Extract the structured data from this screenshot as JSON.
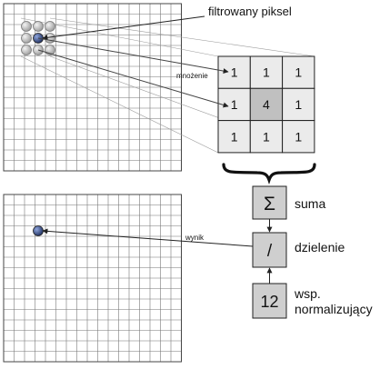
{
  "labels": {
    "filtered_pixel": "filtrowany piksel",
    "multiplication": "mnożenie",
    "result": "wynik",
    "sum": "suma",
    "division": "dzielenie",
    "norm_line1": "wsp.",
    "norm_line2": "normalizujący"
  },
  "kernel": [
    [
      "1",
      "1",
      "1"
    ],
    [
      "1",
      "4",
      "1"
    ],
    [
      "1",
      "1",
      "1"
    ]
  ],
  "ops": {
    "sum_symbol": "Σ",
    "div_symbol": "/",
    "norm_value": "12"
  },
  "colors": {
    "grid_line": "#777777",
    "grid_border": "#444444",
    "kernel_cell": "#ebebeb",
    "kernel_center": "#c0c0c0",
    "op_box": "#cfcfcf",
    "center_pixel": "#3a4f8c",
    "neighbor_pixel": "#c8c8c8"
  }
}
